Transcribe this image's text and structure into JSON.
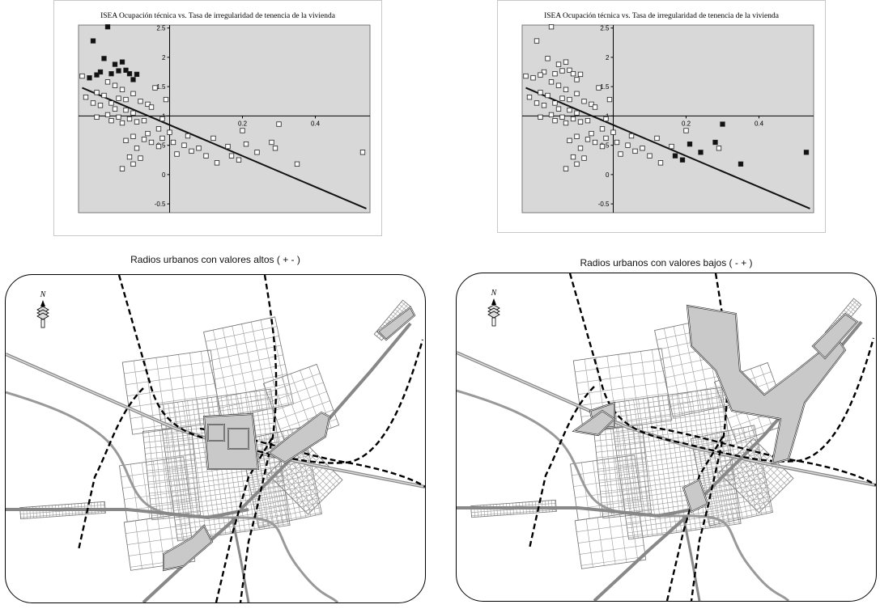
{
  "chart_data": [
    {
      "type": "scatter",
      "title": "ISEA Ocupación técnica vs. Tasa de irregularidad de tenencia de la vivienda",
      "xlim": [
        -0.25,
        0.55
      ],
      "ylim": [
        -0.65,
        2.55
      ],
      "xticks": [
        "0.2",
        "0.4"
      ],
      "yticks": [
        "2.5",
        "2",
        "1.5",
        "1",
        "0.5",
        "0",
        "-0.5"
      ],
      "trend_line": {
        "x": [
          -0.24,
          0.54
        ],
        "y": [
          1.48,
          -0.58
        ]
      },
      "highlight": "high-high",
      "grid": false,
      "colors": {
        "plot_bg": "#d8d8d8",
        "point_fill": "#ffffff",
        "highlight_fill": "#111111"
      }
    },
    {
      "type": "scatter",
      "title": "ISEA Ocupación técnica vs. Tasa de irregularidad de tenencia de la vivienda",
      "xlim": [
        -0.25,
        0.55
      ],
      "ylim": [
        -0.65,
        2.55
      ],
      "xticks": [
        "0.2",
        "0.4"
      ],
      "yticks": [
        "2.5",
        "2",
        "1.5",
        "1",
        "0.5",
        "0",
        "-0.5"
      ],
      "trend_line": {
        "x": [
          -0.24,
          0.54
        ],
        "y": [
          1.48,
          -0.58
        ]
      },
      "highlight": "low-high",
      "grid": false,
      "colors": {
        "plot_bg": "#d8d8d8",
        "point_fill": "#ffffff",
        "highlight_fill": "#111111"
      }
    }
  ],
  "points": [
    [
      -0.21,
      2.28
    ],
    [
      -0.17,
      2.52
    ],
    [
      -0.19,
      1.75
    ],
    [
      -0.15,
      1.88
    ],
    [
      -0.14,
      1.77
    ],
    [
      -0.12,
      1.78
    ],
    [
      -0.11,
      1.72
    ],
    [
      -0.13,
      1.92
    ],
    [
      -0.2,
      1.7
    ],
    [
      -0.22,
      1.65
    ],
    [
      -0.16,
      1.72
    ],
    [
      -0.1,
      1.62
    ],
    [
      -0.18,
      1.98
    ],
    [
      -0.09,
      1.71
    ],
    [
      -0.24,
      1.68
    ],
    [
      -0.17,
      1.58
    ],
    [
      -0.15,
      1.52
    ],
    [
      -0.13,
      1.45
    ],
    [
      -0.2,
      1.4
    ],
    [
      -0.18,
      1.35
    ],
    [
      -0.14,
      1.3
    ],
    [
      -0.12,
      1.28
    ],
    [
      -0.1,
      1.38
    ],
    [
      -0.08,
      1.25
    ],
    [
      -0.16,
      1.22
    ],
    [
      -0.19,
      1.18
    ],
    [
      -0.15,
      1.12
    ],
    [
      -0.12,
      1.1
    ],
    [
      -0.1,
      1.05
    ],
    [
      -0.06,
      1.2
    ],
    [
      -0.04,
      1.48
    ],
    [
      -0.23,
      1.32
    ],
    [
      -0.21,
      1.22
    ],
    [
      -0.17,
      1.02
    ],
    [
      -0.14,
      0.98
    ],
    [
      -0.11,
      0.95
    ],
    [
      -0.09,
      0.9
    ],
    [
      -0.07,
      0.92
    ],
    [
      -0.13,
      0.88
    ],
    [
      -0.16,
      0.92
    ],
    [
      -0.2,
      0.98
    ],
    [
      -0.01,
      1.28
    ],
    [
      -0.05,
      1.15
    ],
    [
      -0.03,
      0.78
    ],
    [
      -0.06,
      0.7
    ],
    [
      -0.1,
      0.65
    ],
    [
      -0.12,
      0.58
    ],
    [
      -0.09,
      0.45
    ],
    [
      -0.11,
      0.3
    ],
    [
      -0.13,
      0.1
    ],
    [
      -0.1,
      0.18
    ],
    [
      -0.05,
      0.55
    ],
    [
      -0.02,
      0.62
    ],
    [
      0.01,
      0.55
    ],
    [
      0.04,
      0.5
    ],
    [
      0.06,
      0.4
    ],
    [
      0.08,
      0.45
    ],
    [
      0.02,
      0.35
    ],
    [
      -0.03,
      0.48
    ],
    [
      -0.08,
      0.28
    ],
    [
      0.1,
      0.32
    ],
    [
      0.13,
      0.2
    ],
    [
      0.16,
      0.48
    ],
    [
      0.17,
      0.32
    ],
    [
      0.19,
      0.25
    ],
    [
      0.21,
      0.52
    ],
    [
      0.24,
      0.38
    ],
    [
      0.28,
      0.55
    ],
    [
      0.29,
      0.45
    ],
    [
      0.35,
      0.18
    ],
    [
      0.3,
      0.86
    ],
    [
      0.53,
      0.38
    ],
    [
      -0.02,
      0.95
    ],
    [
      0.0,
      0.72
    ],
    [
      0.12,
      0.62
    ],
    [
      -0.07,
      0.6
    ],
    [
      0.05,
      0.66
    ],
    [
      0.2,
      0.75
    ]
  ],
  "hl_left": [
    0,
    1,
    2,
    3,
    4,
    5,
    6,
    7,
    8,
    9,
    10,
    11,
    12,
    13
  ],
  "hl_right": [
    63,
    64,
    65,
    66,
    67,
    69,
    70,
    71
  ],
  "maps": [
    {
      "caption": "Radios urbanos con valores altos ( + - )",
      "north": "N"
    },
    {
      "caption": "Radios urbanos con valores bajos ( - + )",
      "north": "N"
    }
  ]
}
